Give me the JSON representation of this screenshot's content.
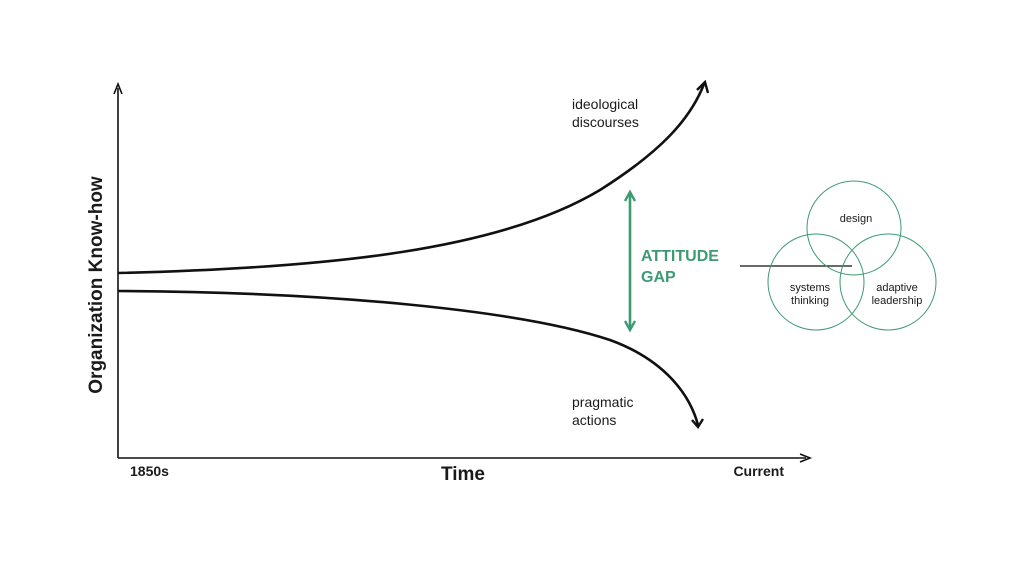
{
  "axes": {
    "y_title": "Organization Know-how",
    "x_title": "Time",
    "x_start_label": "1850s",
    "x_end_label": "Current"
  },
  "curves": {
    "upper_label_line1": "ideological",
    "upper_label_line2": "discourses",
    "lower_label_line1": "pragmatic",
    "lower_label_line2": "actions"
  },
  "gap": {
    "line1": "ATTITUDE",
    "line2": "GAP",
    "color": "#3d9a74"
  },
  "venn": {
    "top": "design",
    "left_line1": "systems",
    "left_line2": "thinking",
    "right_line1": "adaptive",
    "right_line2": "leadership",
    "color": "#3d9a74"
  },
  "colors": {
    "ink": "#111111",
    "accent": "#3d9a74"
  }
}
